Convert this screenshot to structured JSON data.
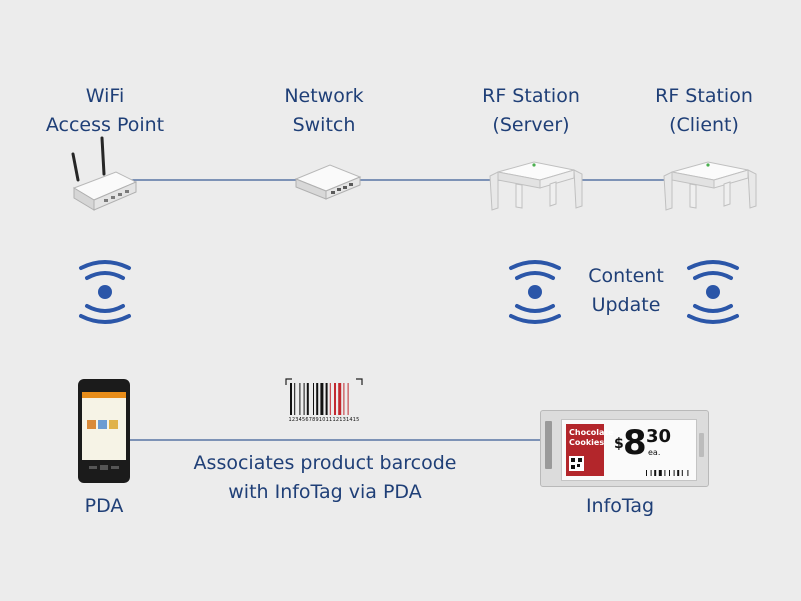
{
  "nodes": {
    "wifi": {
      "line1": "WiFi",
      "line2": "Access Point"
    },
    "switch": {
      "line1": "Network",
      "line2": "Switch"
    },
    "rf_server": {
      "line1": "RF Station",
      "line2": "(Server)"
    },
    "rf_client": {
      "line1": "RF Station",
      "line2": "(Client)"
    },
    "pda": {
      "label": "PDA"
    },
    "infotag": {
      "label": "InfoTag"
    }
  },
  "content_update": {
    "line1": "Content",
    "line2": "Update"
  },
  "association": {
    "line1": "Associates product barcode",
    "line2": "with InfoTag via PDA"
  },
  "barcode_number": "123456789101112131415",
  "tag_display": {
    "product_line1": "Chocolate",
    "product_line2": "Cookies",
    "currency": "$",
    "dollars": "8",
    "cents": "30",
    "unit": "ea."
  },
  "colors": {
    "label": "#1f3f77",
    "link_line": "#3b5b95",
    "wifi_signal": "#2b56a8",
    "tag_red": "#b3262b",
    "barcode_red": "#c2282e",
    "background": "#ececec"
  },
  "icons": {
    "router": "wifi-router-icon",
    "switch": "network-switch-icon",
    "rf_station": "rf-station-icon",
    "signal": "wireless-signal-icon",
    "phone": "pda-device-icon",
    "barcode": "barcode-icon",
    "tag": "electronic-shelf-label-icon"
  }
}
